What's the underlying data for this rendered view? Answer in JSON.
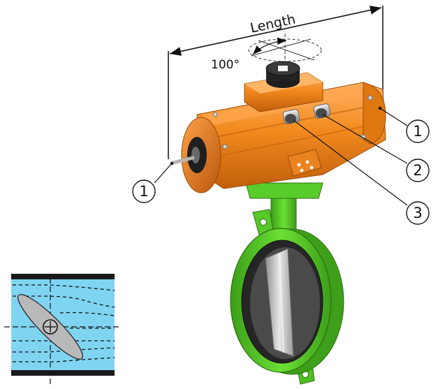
{
  "diagram": {
    "dimension_label": "Length",
    "angle_label": "100°",
    "callouts": [
      {
        "id": "left-port",
        "text": "1"
      },
      {
        "id": "right-port",
        "text": "1"
      },
      {
        "id": "upper-port",
        "text": "2"
      },
      {
        "id": "lower-port",
        "text": "3"
      }
    ],
    "colors": {
      "actuator": "#F28A1E",
      "actuator_dark": "#C9660E",
      "actuator_light": "#FFB060",
      "valve_body": "#5DD62C",
      "valve_dark": "#3B9A17",
      "seat": "#2a2a2a",
      "disc": "#c9c9c9",
      "flow": "#7fd4f2",
      "pipe_wall": "#1a1a1a"
    }
  }
}
